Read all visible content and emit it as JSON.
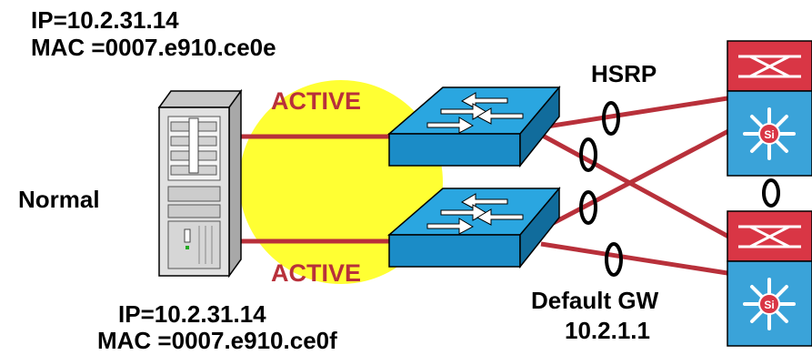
{
  "top_host": {
    "ip": "IP=10.2.31.14",
    "mac": "MAC =0007.e910.ce0e"
  },
  "bottom_host": {
    "ip": "IP=10.2.31.14",
    "mac": "MAC =0007.e910.ce0f"
  },
  "mode_label": "Normal",
  "link_top_label": "ACTIVE",
  "link_bottom_label": "ACTIVE",
  "hsrp_label": "HSRP",
  "gateway": {
    "label": "Default GW",
    "address": "10.2.1.1"
  },
  "router_badge": "Si",
  "colors": {
    "link": "#b8303a",
    "highlight": "#ffff33",
    "switch": "#1e9ad6",
    "router_top": "#d93645",
    "router_body": "#3aa3d9"
  }
}
